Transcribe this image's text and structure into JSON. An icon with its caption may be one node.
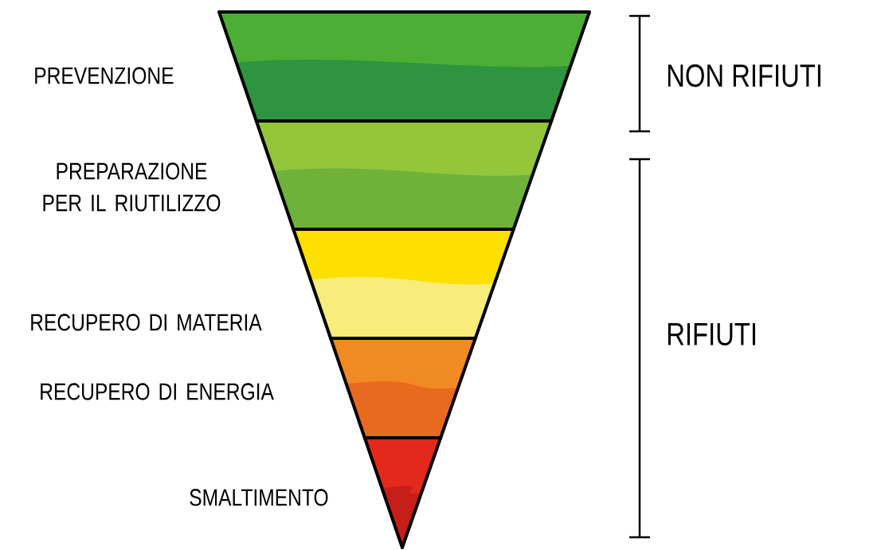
{
  "diagram": {
    "nodes": [
      {
        "text": [
          "PREVENZIONE"
        ]
      },
      {
        "text": [
          "PREPARAZIONE PER IL RIUTILIZZO"
        ]
      },
      {
        "text": [
          "RECUPERO DI MATERIA"
        ]
      },
      {
        "text": [
          "RECUPERO DI ENERGIA"
        ]
      },
      {
        "text": [
          "SMALTIMENTO"
        ]
      }
    ],
    "labels": [
      "NON RIFIUTI",
      "RIFIUTI"
    ]
  }
}
